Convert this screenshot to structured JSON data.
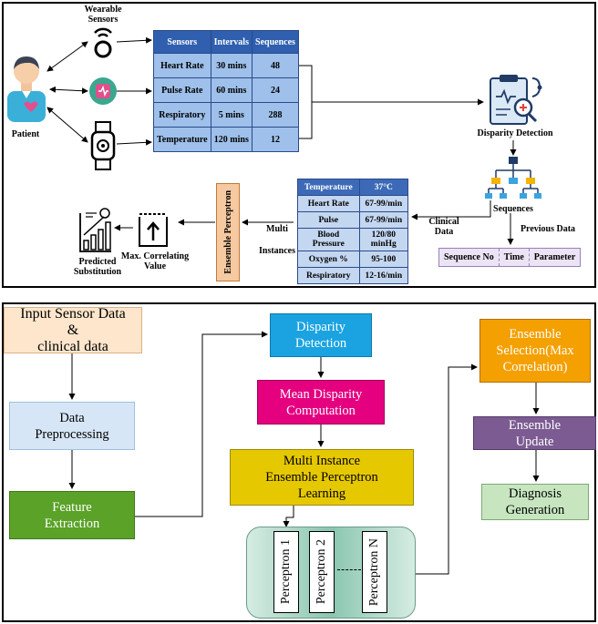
{
  "top": {
    "wearable_label": "Wearable\nSensors",
    "patient_label": "Patient",
    "sensor_table": {
      "headers": [
        "Sensors",
        "Intervals",
        "Sequences"
      ],
      "rows": [
        [
          "Heart Rate",
          "30 mins",
          "48"
        ],
        [
          "Pulse Rate",
          "60 mins",
          "24"
        ],
        [
          "Respiratory",
          "5 mins",
          "288"
        ],
        [
          "Temperature",
          "120 mins",
          "12"
        ]
      ]
    },
    "disparity_label": "Disparity Detection",
    "sequences_label": "Sequences",
    "previous_data_label": "Previous Data",
    "sequence_fields": [
      "Sequence No",
      "Time",
      "Parameter"
    ],
    "clinical_data_label": "Clinical\nData",
    "clinical_table": {
      "rows": [
        [
          "Temperature",
          "37°C"
        ],
        [
          "Heart Rate",
          "67-99/min"
        ],
        [
          "Pulse",
          "67-99/min"
        ],
        [
          "Blood\nPressure",
          "120/80\nminHg"
        ],
        [
          "Oxygen %",
          "95-100"
        ],
        [
          "Respiratory",
          "12-16/min"
        ]
      ]
    },
    "ensemble_perceptron_label": "Ensemble Perceptron",
    "multi_instances_label": "Multi\nInstances",
    "max_correlating_label": "Max. Correlating\nValue",
    "predicted_label": "Predicted\nSubstitution"
  },
  "flow": {
    "input": "Input Sensor Data\n&\nclinical data",
    "preprocessing": "Data\nPreprocessing",
    "feature": "Feature\nExtraction",
    "disparity": "Disparity\nDetection",
    "mean_disparity": "Mean Disparity\nComputation",
    "multi_instance": "Multi Instance\nEnsemble Perceptron\nLearning",
    "perceptrons": [
      "Perceptron 1",
      "Perceptron 2",
      "Perceptron N"
    ],
    "ensemble_selection": "Ensemble\nSelection(Max\nCorrelation)",
    "ensemble_update": "Ensemble\nUpdate",
    "diagnosis": "Diagnosis\nGeneration"
  },
  "colors": {
    "input_fill": "#fde6cc",
    "preproc_fill": "#d6e6f6",
    "feature_fill": "#5aa228",
    "disparity_fill": "#1aa3e0",
    "mean_fill": "#e4007f",
    "multi_fill": "#e6c800",
    "ensemble_sel_fill": "#f4a000",
    "update_fill": "#7b5b91",
    "diagnosis_fill": "#c7e6c0",
    "perceptron_group": "#a8d4c4"
  }
}
